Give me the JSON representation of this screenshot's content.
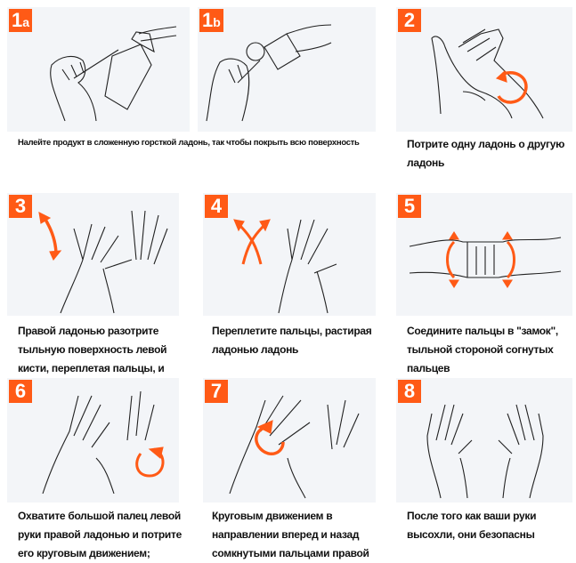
{
  "steps": [
    {
      "badge_num": "1",
      "badge_sub": "a",
      "caption": "Налейте продукт в сложенную горсткой ладонь, так чтобы покрыть всю поверхность"
    },
    {
      "badge_num": "1",
      "badge_sub": "b",
      "caption": ""
    },
    {
      "badge_num": "2",
      "badge_sub": "",
      "caption": "Потрите одну ладонь о другую ладонь"
    },
    {
      "badge_num": "3",
      "badge_sub": "",
      "caption": "Правой ладонью разотрите тыльную поверхность левой кисти, переплетая пальцы, и"
    },
    {
      "badge_num": "4",
      "badge_sub": "",
      "caption": "Переплетите пальцы, растирая ладонью ладонь"
    },
    {
      "badge_num": "5",
      "badge_sub": "",
      "caption": "Соедините пальцы в \"замок\", тыльной стороной согнутых пальцев"
    },
    {
      "badge_num": "6",
      "badge_sub": "",
      "caption": "Охватите большой палец левой руки правой ладонью и потрите его круговым движением;"
    },
    {
      "badge_num": "7",
      "badge_sub": "",
      "caption": "Круговым движением в направлении вперед и назад сомкнутыми пальцами правой"
    },
    {
      "badge_num": "8",
      "badge_sub": "",
      "caption": "После того как ваши руки высохли, они безопасны"
    }
  ],
  "colors": {
    "accent": "#ff5a16",
    "panel": "#f3f5f8"
  }
}
